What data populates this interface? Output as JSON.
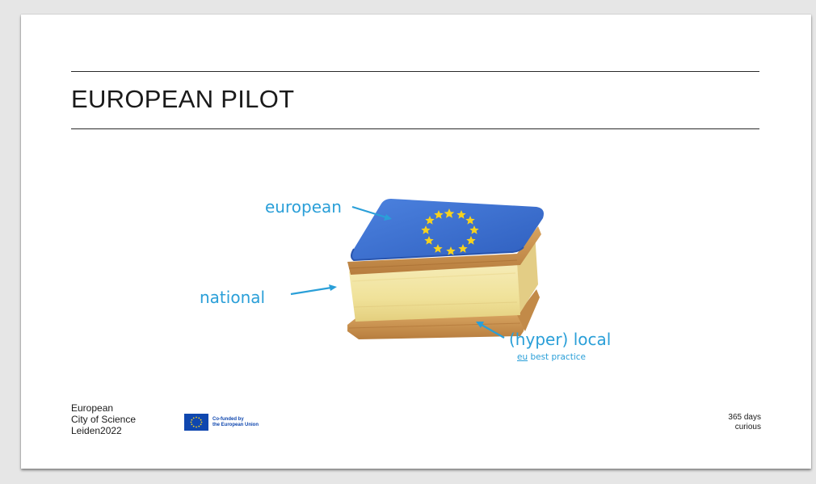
{
  "slide": {
    "title": "EUROPEAN PILOT",
    "labels": {
      "european": "european",
      "national": "national",
      "local": "(hyper) local",
      "local_sub_prefix": "eu",
      "local_sub_rest": " best practice"
    },
    "footer_left": {
      "line1": "European",
      "line2": "City of Science",
      "line3": "Leiden2022"
    },
    "eu_logo": {
      "line1": "Co-funded by",
      "line2": "the European Union"
    },
    "footer_right": {
      "line1": "365 days",
      "line2": "curious"
    }
  },
  "colors": {
    "accent_blue": "#2a9fd8",
    "eu_blue": "#0f47af",
    "icing_blue": "#3a6fd0",
    "star_yellow": "#f7d21e",
    "cream": "#f3e6a4",
    "pastry": "#d9a565"
  },
  "icons": {
    "illustration": "tompouce-pastry-with-eu-flag-icing",
    "eu_flag": "eu-flag-icon"
  }
}
